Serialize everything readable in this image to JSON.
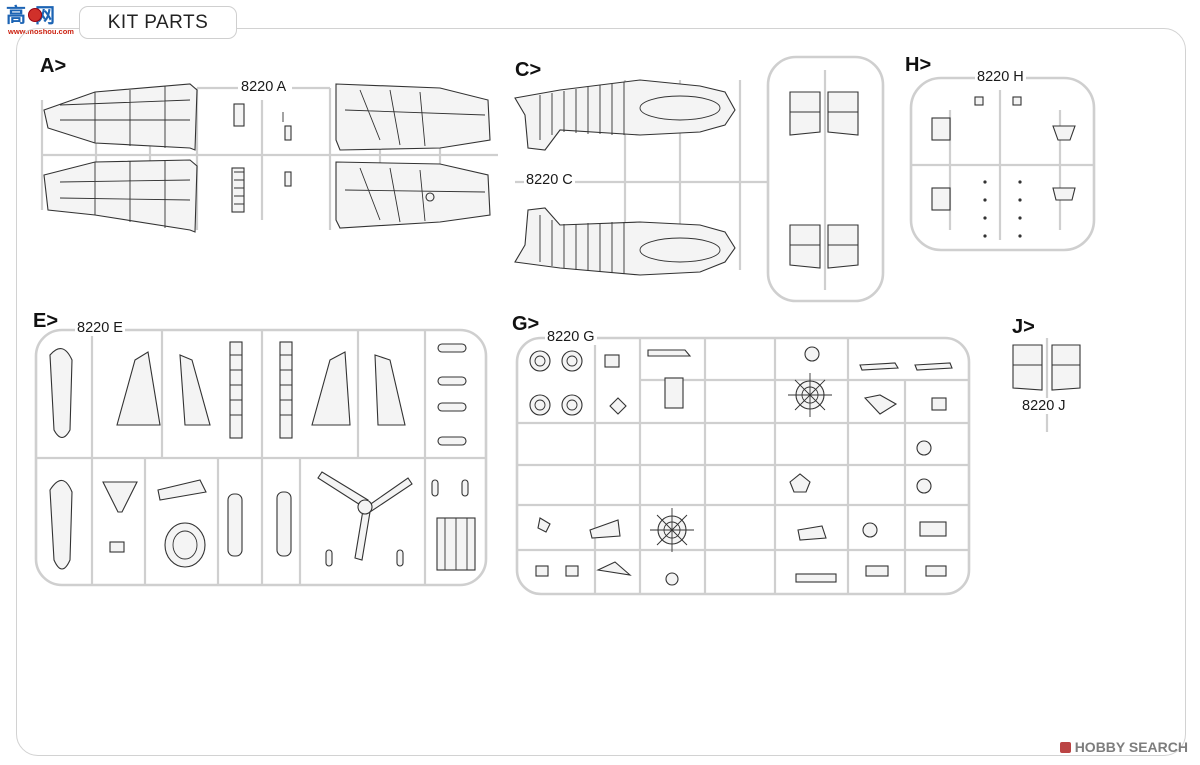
{
  "page": {
    "title": "KIT PARTS",
    "logo": {
      "chars": "高 网",
      "url": "www.moshou.com"
    },
    "watermark": "HOBBY SEARCH"
  },
  "sprues": {
    "A": {
      "section": "A>",
      "code": "8220 A"
    },
    "C": {
      "section": "C>",
      "code": "8220 C"
    },
    "H": {
      "section": "H>",
      "code": "8220 H"
    },
    "E": {
      "section": "E>",
      "code": "8220 E"
    },
    "G": {
      "section": "G>",
      "code": "8220 G"
    },
    "J": {
      "section": "J>",
      "code": "8220 J"
    }
  },
  "colors": {
    "frame": "#d2d2d2",
    "runner": "#cfcfcf",
    "part": "#3a3a3a",
    "fill": "#f3f3f3"
  }
}
